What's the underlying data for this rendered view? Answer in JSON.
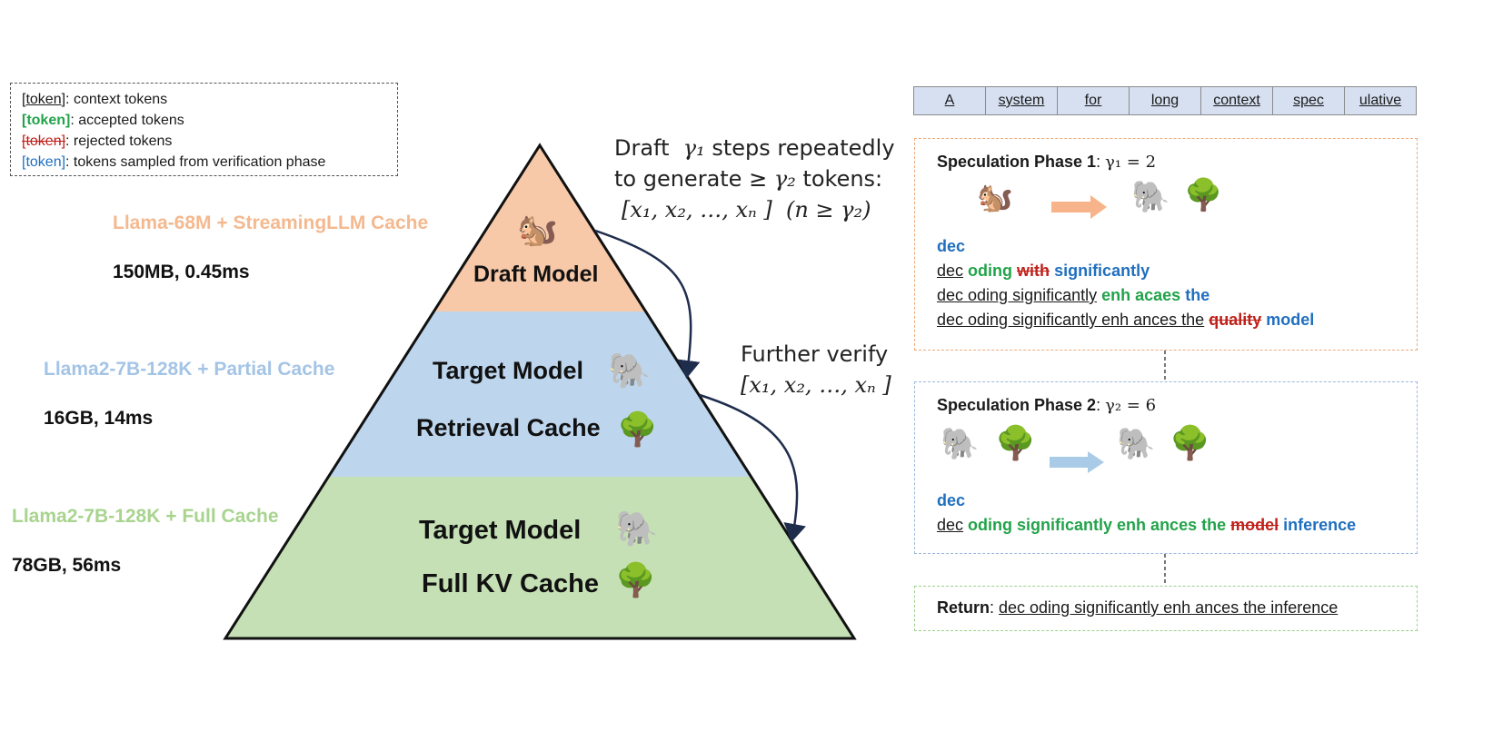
{
  "legend": {
    "context": {
      "token": "token",
      "desc": ": context tokens"
    },
    "accepted": {
      "token": "[token]",
      "desc": ": accepted tokens"
    },
    "rejected": {
      "token": "[token]",
      "desc": ": rejected tokens"
    },
    "sampled": {
      "token": "[token]",
      "desc": ": tokens sampled from verification phase"
    }
  },
  "tiers": [
    {
      "name": "Llama-68M + StreamingLLM Cache",
      "spec": "150MB, 0.45ms",
      "color": "#f4b98f"
    },
    {
      "name": "Llama2-7B-128K + Partial Cache",
      "spec": "16GB, 14ms",
      "color": "#a4c4e6"
    },
    {
      "name": "Llama2-7B-128K + Full Cache",
      "spec": "78GB, 56ms",
      "color": "#a8d48f"
    }
  ],
  "pyramid": {
    "top": {
      "label": "Draft Model",
      "fill": "#f7c9a9"
    },
    "middle": {
      "label1": "Target Model",
      "label2": "Retrieval Cache",
      "fill": "#bdd6ee"
    },
    "bottom": {
      "label1": "Target Model",
      "label2": "Full KV Cache",
      "fill": "#c4e0b4"
    }
  },
  "annotations": {
    "draft_line1_pre": "Draft",
    "draft_line1_post": "steps repeatedly",
    "draft_line2": "to generate ≥",
    "draft_line2_post": "tokens:",
    "draft_seq": "[x₁, x₂, …, xₙ ]",
    "draft_cond": "(n ≥ γ₂)",
    "gamma1": "γ₁",
    "gamma2": "γ₂",
    "verify_line1": "Further verify",
    "verify_seq": "[x₁, x₂, …, xₙ ]"
  },
  "token_bar": [
    "A",
    "system",
    "for",
    "long",
    "context",
    "spec",
    "ulative"
  ],
  "phase1": {
    "title": "Speculation Phase 1",
    "param": "γ₁ = 2",
    "lines": [
      [
        {
          "t": "dec",
          "c": "b"
        }
      ],
      [
        {
          "t": "dec",
          "c": "u"
        },
        {
          "t": " "
        },
        {
          "t": "oding",
          "c": "g"
        },
        {
          "t": " "
        },
        {
          "t": "with",
          "c": "rb"
        },
        {
          "t": " "
        },
        {
          "t": "significantly",
          "c": "b"
        }
      ],
      [
        {
          "t": "dec oding significantly",
          "c": "u"
        },
        {
          "t": " "
        },
        {
          "t": "enh acaes",
          "c": "g"
        },
        {
          "t": " "
        },
        {
          "t": "the",
          "c": "b"
        }
      ],
      [
        {
          "t": "dec oding significantly enh ances the",
          "c": "u"
        },
        {
          "t": " "
        },
        {
          "t": "quality",
          "c": "rb"
        },
        {
          "t": " "
        },
        {
          "t": "model",
          "c": "b"
        }
      ]
    ]
  },
  "phase2": {
    "title": "Speculation Phase 2",
    "param": "γ₂ = 6",
    "lines": [
      [
        {
          "t": "dec",
          "c": "b"
        }
      ],
      [
        {
          "t": "dec",
          "c": "u"
        },
        {
          "t": " "
        },
        {
          "t": "oding significantly enh ances the",
          "c": "g"
        },
        {
          "t": " "
        },
        {
          "t": "model",
          "c": "rb"
        },
        {
          "t": " "
        },
        {
          "t": "inference",
          "c": "b"
        }
      ]
    ]
  },
  "return": {
    "label": "Return",
    "text": "dec oding significantly enh ances the inference"
  },
  "colors": {
    "arrow_orange": "#f7b48a",
    "arrow_blue": "#a9cbe8",
    "curve": "#1f2d4d"
  }
}
